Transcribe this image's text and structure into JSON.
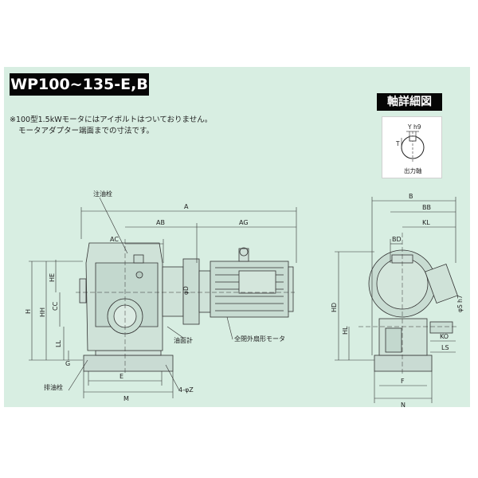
{
  "title": "WP100~135-E,B",
  "notes": {
    "line1": "※100型1.5kWモータにはアイボルトはついておりません。",
    "line2": "モータアダプター端面までの寸法です。"
  },
  "detail": {
    "title": "軸詳細図",
    "dim_yh9": "Y h9",
    "dim_t": "T",
    "caption": "出力軸"
  },
  "front_view": {
    "oil_inlet": "注油栓",
    "oil_drain": "排油栓",
    "oil_gauge": "油面計",
    "motor_label": "全閉外扇形モータ",
    "dim_A": "A",
    "dim_AB": "AB",
    "dim_AG": "AG",
    "dim_AC": "AC",
    "dim_HE": "HE",
    "dim_CC": "CC",
    "dim_H": "H",
    "dim_HH": "HH",
    "dim_LL": "LL",
    "dim_G": "G",
    "dim_E": "E",
    "dim_M": "M",
    "dim_4Z": "4-φZ",
    "dim_phiD": "φD"
  },
  "side_view": {
    "dim_B": "B",
    "dim_BB": "BB",
    "dim_KL": "KL",
    "dim_BD": "BD",
    "dim_HD": "HD",
    "dim_HL": "HL",
    "dim_phiS": "φS h7",
    "dim_KO": "KO",
    "dim_LS": "LS",
    "dim_F": "F",
    "dim_N": "N"
  }
}
